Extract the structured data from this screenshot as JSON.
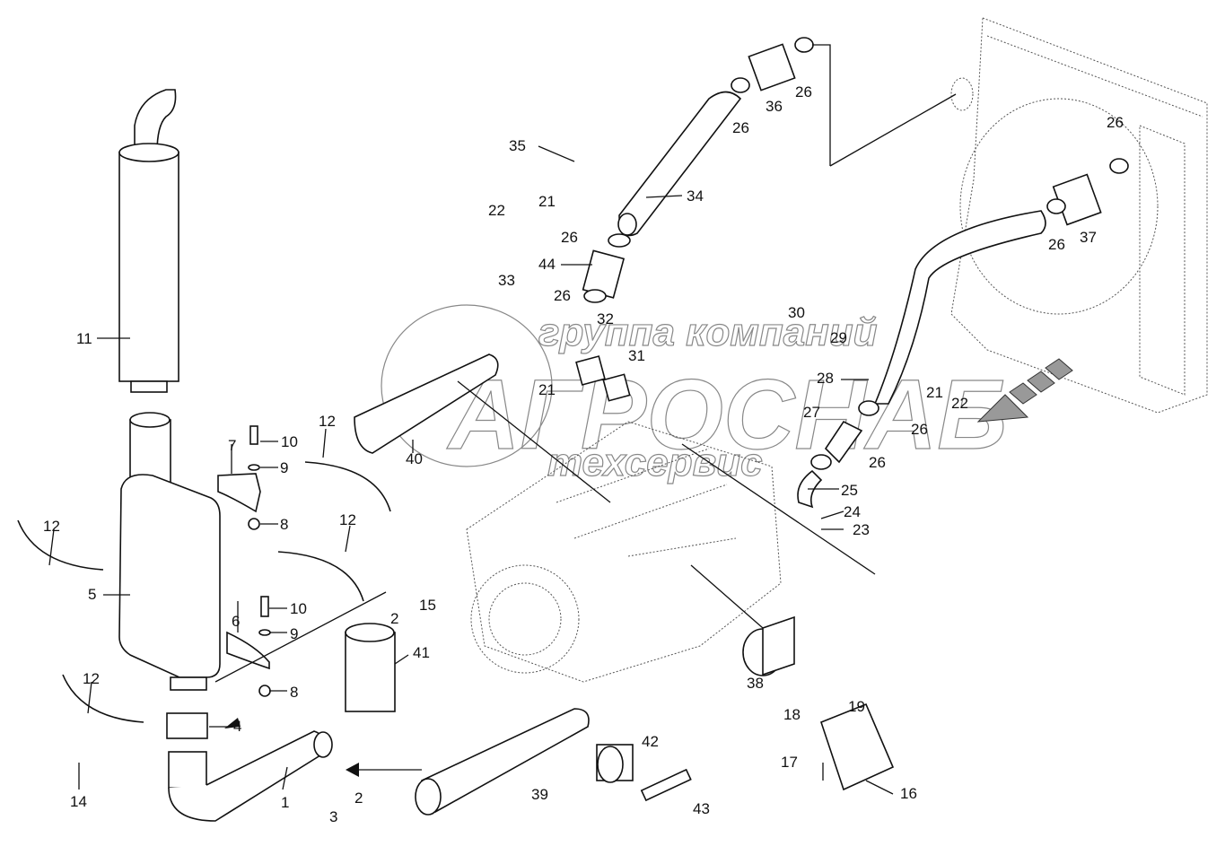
{
  "diagram": {
    "type": "exploded-parts-diagram",
    "subject": "exhaust system and charge air piping",
    "watermark": {
      "line1": "группа компаний",
      "line2": "АГРОСНАБ",
      "line3": "техсервис"
    },
    "callouts": [
      {
        "num": "1"
      },
      {
        "num": "2"
      },
      {
        "num": "2"
      },
      {
        "num": "3"
      },
      {
        "num": "4"
      },
      {
        "num": "5"
      },
      {
        "num": "6"
      },
      {
        "num": "7"
      },
      {
        "num": "8"
      },
      {
        "num": "8"
      },
      {
        "num": "9"
      },
      {
        "num": "9"
      },
      {
        "num": "10"
      },
      {
        "num": "10"
      },
      {
        "num": "11"
      },
      {
        "num": "12"
      },
      {
        "num": "12"
      },
      {
        "num": "12"
      },
      {
        "num": "12"
      },
      {
        "num": "14"
      },
      {
        "num": "15"
      },
      {
        "num": "16"
      },
      {
        "num": "17"
      },
      {
        "num": "18"
      },
      {
        "num": "19"
      },
      {
        "num": "21"
      },
      {
        "num": "21"
      },
      {
        "num": "21"
      },
      {
        "num": "22"
      },
      {
        "num": "22"
      },
      {
        "num": "23"
      },
      {
        "num": "24"
      },
      {
        "num": "25"
      },
      {
        "num": "26"
      },
      {
        "num": "26"
      },
      {
        "num": "26"
      },
      {
        "num": "26"
      },
      {
        "num": "26"
      },
      {
        "num": "26"
      },
      {
        "num": "26"
      },
      {
        "num": "26"
      },
      {
        "num": "27"
      },
      {
        "num": "28"
      },
      {
        "num": "29"
      },
      {
        "num": "30"
      },
      {
        "num": "31"
      },
      {
        "num": "32"
      },
      {
        "num": "33"
      },
      {
        "num": "34"
      },
      {
        "num": "35"
      },
      {
        "num": "36"
      },
      {
        "num": "37"
      },
      {
        "num": "38"
      },
      {
        "num": "39"
      },
      {
        "num": "40"
      },
      {
        "num": "41"
      },
      {
        "num": "42"
      },
      {
        "num": "43"
      },
      {
        "num": "44"
      }
    ]
  }
}
